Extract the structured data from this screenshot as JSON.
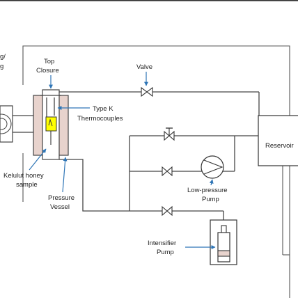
{
  "labels": {
    "left_cut_1": "g/",
    "left_cut_2": "g",
    "top_closure_1": "Top",
    "top_closure_2": "Closure",
    "valve": "Valve",
    "thermo_1": "Type K",
    "thermo_2": "Thermocouples",
    "reservoir": "Reservoir",
    "honey_1": "Kelulut honey",
    "honey_2": "sample",
    "vessel_1": "Pressure",
    "vessel_2": "Vessel",
    "lowpump_1": "Low-pressure",
    "lowpump_2": "Pump",
    "intens_1": "Intensifier",
    "intens_2": "Pump"
  },
  "colors": {
    "arrow": "#2e75b6",
    "vessel_fill": "#e8d3cd",
    "sample_fill": "#ffff00",
    "pipe": "#444444"
  }
}
